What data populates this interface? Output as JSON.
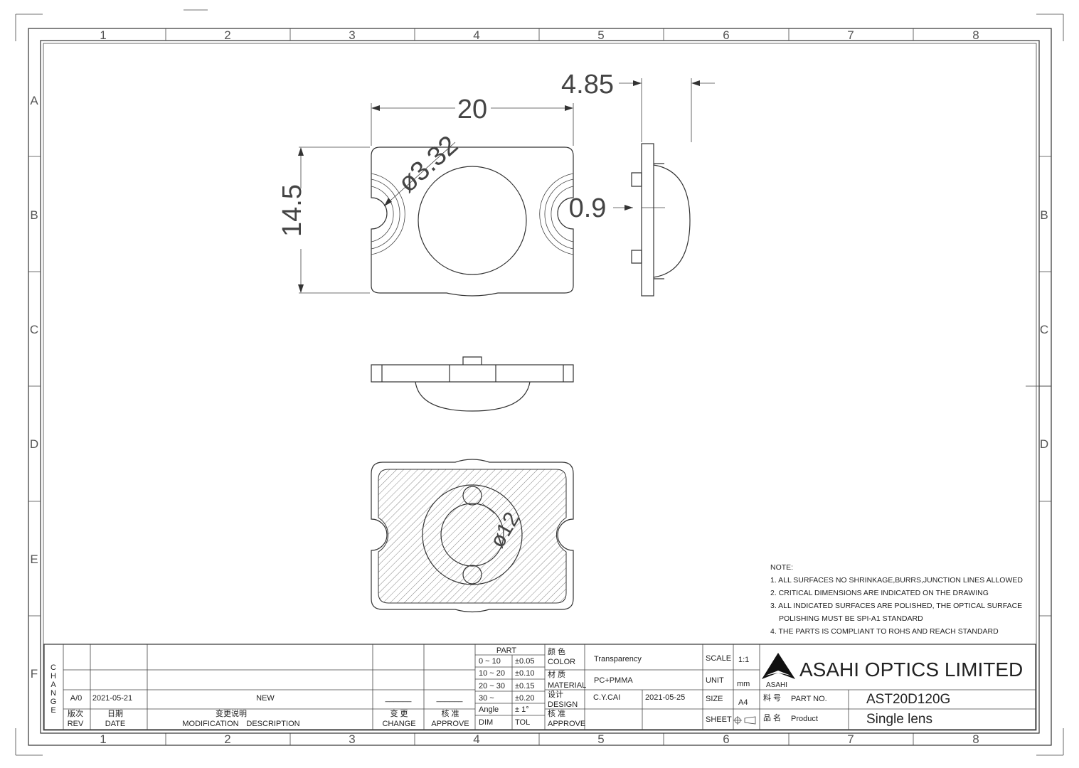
{
  "frame": {
    "columns": [
      "1",
      "2",
      "3",
      "4",
      "5",
      "6",
      "7",
      "8"
    ],
    "rows": [
      "A",
      "B",
      "C",
      "D",
      "E",
      "F"
    ]
  },
  "dimensions": {
    "width": "20",
    "height": "14.5",
    "hole_dia": "ø3.32",
    "thickness": "4.85",
    "flange": "0.9",
    "center_dia": "ø12"
  },
  "notes": {
    "title": "NOTE:",
    "items": [
      "1. ALL SURFACES NO SHRINKAGE,BURRS,JUNCTION LINES ALLOWED",
      "2. CRITICAL DIMENSIONS ARE INDICATED ON THE DRAWING",
      "3. ALL INDICATED SURFACES ARE POLISHED, THE OPTICAL SURFACE",
      "POLISHING MUST BE SPI-A1 STANDARD",
      "4. THE PARTS IS COMPLIANT TO ROHS AND REACH STANDARD"
    ]
  },
  "title_block": {
    "change_vertical": [
      "C",
      "H",
      "A",
      "N",
      "G",
      "E"
    ],
    "revision": {
      "rev": "A/0",
      "date": "2021-05-21",
      "description": "NEW",
      "change": "______",
      "approve": "______"
    },
    "headers": {
      "rev_cn": "版次",
      "rev": "REV",
      "date_cn": "日期",
      "date": "DATE",
      "desc_cn": "变更说明",
      "desc": "MODIFICATION",
      "desc2": "DESCRIPTION",
      "change_cn": "变 更",
      "change": "CHANGE",
      "approve_cn": "核 准",
      "approve": "APPROVE"
    },
    "tolerance": {
      "title": "PART",
      "rows": [
        [
          "0 ~ 10",
          "±0.05"
        ],
        [
          "10 ~ 20",
          "±0.10"
        ],
        [
          "20 ~ 30",
          "±0.15"
        ],
        [
          "30 ~",
          "±0.20"
        ],
        [
          "Angle",
          "± 1°"
        ]
      ],
      "dim": "DIM",
      "tol": "TOL"
    },
    "labels": {
      "color_cn": "颜 色",
      "color": "COLOR",
      "material_cn": "材 质",
      "material": "MATERIAL",
      "design_cn": "设计",
      "design": "DESIGN",
      "approve_cn": "核 准",
      "approve": "APPROVE"
    },
    "values": {
      "color": "Transparency",
      "material": "PC+PMMA",
      "designer": "C.Y.CAI",
      "design_date": "2021-05-25"
    },
    "scale_label": "SCALE",
    "scale": "1:1",
    "unit_label": "UNIT",
    "unit": "mm",
    "size_label": "SIZE",
    "size": "A4",
    "sheet_label": "SHEET",
    "company": "ASAHI OPTICS LIMITED",
    "logo_text": "ASAHI",
    "part_no_cn": "料 号",
    "part_no_label": "PART NO.",
    "part_no": "AST20D120G",
    "product_cn": "品 名",
    "product_label": "Product",
    "product": "Single lens"
  }
}
